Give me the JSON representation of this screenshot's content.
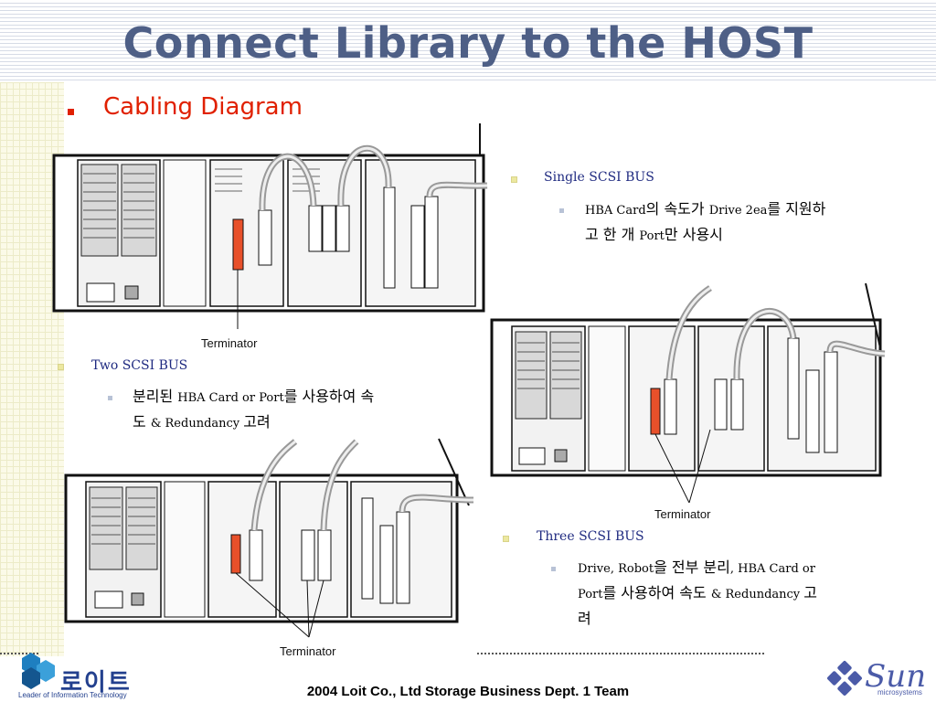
{
  "title": "Connect Library to the HOST",
  "subtitle": "Cabling Diagram",
  "sections": {
    "single": {
      "heading": "Single SCSI BUS",
      "detail": {
        "p1": "HBA Card",
        "p2": "의 속도가 ",
        "p3": "Drive 2ea",
        "p4": "를 지원하",
        "p5": "고 한 개 ",
        "p6": "Port",
        "p7": "만 사용시"
      }
    },
    "two": {
      "heading": "Two SCSI BUS",
      "detail": {
        "p1": "분리된 ",
        "p2": "HBA Card or Port",
        "p3": "를 사용하여 속",
        "p4": "도 ",
        "p5": "& Redundancy ",
        "p6": "고려"
      }
    },
    "three": {
      "heading": "Three SCSI BUS",
      "detail": {
        "p1": "Drive, Robot",
        "p2": "을 전부 분리",
        "p3": ",  HBA Card or",
        "p4": "Port",
        "p5": "를 사용하여 속도 ",
        "p6": "& Redundancy ",
        "p7": "고",
        "p8": "려"
      }
    }
  },
  "diagram_labels": {
    "terminator1": "Terminator",
    "terminator2": "Terminator",
    "terminator3": "Terminator"
  },
  "footer": "2004 Loit Co., Ltd Storage Business Dept. 1 Team",
  "logos": {
    "loit": "로이트",
    "loit_tagline": "Leader of Information Technology",
    "sun": "Sun",
    "sun_tagline": "microsystems"
  },
  "colors": {
    "title": "#4e5f86",
    "subtitle": "#e02000",
    "heading": "#1f2a80",
    "terminator": "#e8502a"
  }
}
